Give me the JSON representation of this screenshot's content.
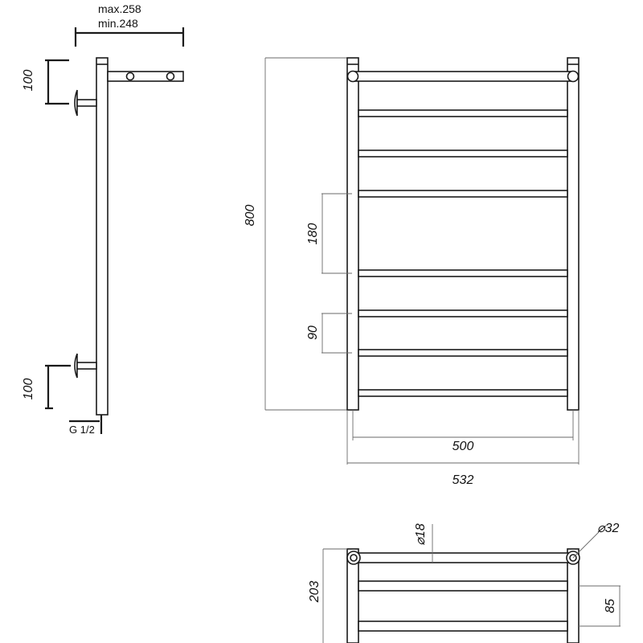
{
  "side_view": {
    "depth_max": "max.258",
    "depth_min": "min.248",
    "top_offset": "100",
    "bottom_offset": "100",
    "thread": "G 1/2"
  },
  "front_view": {
    "height": "800",
    "bar_spacing_large": "180",
    "bar_spacing_small": "90",
    "inner_width": "500",
    "outer_width": "532"
  },
  "top_view": {
    "bar_diameter": "⌀18",
    "post_diameter": "⌀32",
    "depth": "203",
    "shelf_spacing": "85"
  }
}
